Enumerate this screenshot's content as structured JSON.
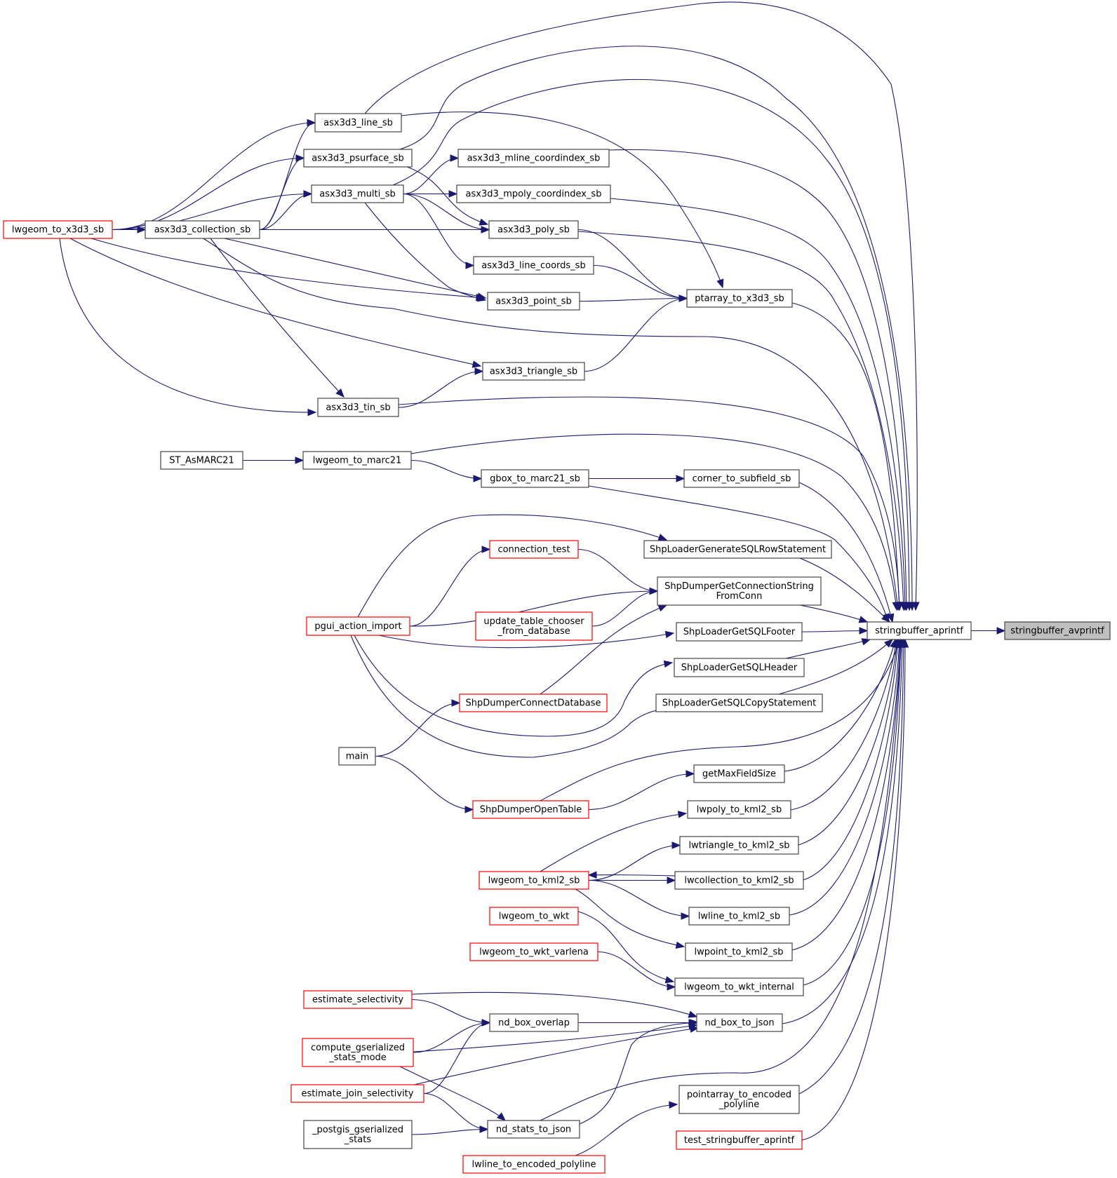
{
  "title": "stringbuffer_avprintf caller graph",
  "colors": {
    "edge": "#191970",
    "border_default": "#444444",
    "border_truncated": "#ff0000",
    "focus_fill": "#bfbfbf"
  },
  "nodes": {
    "stringbuffer_avprintf": {
      "lines": [
        "stringbuffer_avprintf"
      ],
      "style": "focus"
    },
    "stringbuffer_aprintf": {
      "lines": [
        "stringbuffer_aprintf"
      ],
      "style": "normal"
    },
    "lwgeom_to_x3d3_sb": {
      "lines": [
        "lwgeom_to_x3d3_sb"
      ],
      "style": "red"
    },
    "asx3d3_collection_sb": {
      "lines": [
        "asx3d3_collection_sb"
      ],
      "style": "normal"
    },
    "asx3d3_line_sb": {
      "lines": [
        "asx3d3_line_sb"
      ],
      "style": "normal"
    },
    "asx3d3_psurface_sb": {
      "lines": [
        "asx3d3_psurface_sb"
      ],
      "style": "normal"
    },
    "asx3d3_multi_sb": {
      "lines": [
        "asx3d3_multi_sb"
      ],
      "style": "normal"
    },
    "asx3d3_mline_coordindex_sb": {
      "lines": [
        "asx3d3_mline_coordindex_sb"
      ],
      "style": "normal"
    },
    "asx3d3_mpoly_coordindex_sb": {
      "lines": [
        "asx3d3_mpoly_coordindex_sb"
      ],
      "style": "normal"
    },
    "asx3d3_poly_sb": {
      "lines": [
        "asx3d3_poly_sb"
      ],
      "style": "normal"
    },
    "asx3d3_line_coords_sb": {
      "lines": [
        "asx3d3_line_coords_sb"
      ],
      "style": "normal"
    },
    "asx3d3_point_sb": {
      "lines": [
        "asx3d3_point_sb"
      ],
      "style": "normal"
    },
    "ptarray_to_x3d3_sb": {
      "lines": [
        "ptarray_to_x3d3_sb"
      ],
      "style": "normal"
    },
    "asx3d3_triangle_sb": {
      "lines": [
        "asx3d3_triangle_sb"
      ],
      "style": "normal"
    },
    "asx3d3_tin_sb": {
      "lines": [
        "asx3d3_tin_sb"
      ],
      "style": "normal"
    },
    "ST_AsMARC21": {
      "lines": [
        "ST_AsMARC21"
      ],
      "style": "normal"
    },
    "lwgeom_to_marc21": {
      "lines": [
        "lwgeom_to_marc21"
      ],
      "style": "normal"
    },
    "gbox_to_marc21_sb": {
      "lines": [
        "gbox_to_marc21_sb"
      ],
      "style": "normal"
    },
    "corner_to_subfield_sb": {
      "lines": [
        "corner_to_subfield_sb"
      ],
      "style": "normal"
    },
    "ShpLoaderGenerateSQLRowStatement": {
      "lines": [
        "ShpLoaderGenerateSQLRowStatement"
      ],
      "style": "normal"
    },
    "connection_test": {
      "lines": [
        "connection_test"
      ],
      "style": "red"
    },
    "ShpDumperGetConnectionStringFromConn": {
      "lines": [
        "ShpDumperGetConnectionString",
        "FromConn"
      ],
      "style": "normal"
    },
    "pgui_action_import": {
      "lines": [
        "pgui_action_import"
      ],
      "style": "red"
    },
    "update_table_chooser_from_database": {
      "lines": [
        "update_table_chooser",
        "_from_database"
      ],
      "style": "red"
    },
    "ShpLoaderGetSQLFooter": {
      "lines": [
        "ShpLoaderGetSQLFooter"
      ],
      "style": "normal"
    },
    "ShpLoaderGetSQLHeader": {
      "lines": [
        "ShpLoaderGetSQLHeader"
      ],
      "style": "normal"
    },
    "ShpDumperConnectDatabase": {
      "lines": [
        "ShpDumperConnectDatabase"
      ],
      "style": "red"
    },
    "ShpLoaderGetSQLCopyStatement": {
      "lines": [
        "ShpLoaderGetSQLCopyStatement"
      ],
      "style": "normal"
    },
    "main": {
      "lines": [
        "main"
      ],
      "style": "normal"
    },
    "getMaxFieldSize": {
      "lines": [
        "getMaxFieldSize"
      ],
      "style": "normal"
    },
    "ShpDumperOpenTable": {
      "lines": [
        "ShpDumperOpenTable"
      ],
      "style": "red"
    },
    "lwpoly_to_kml2_sb": {
      "lines": [
        "lwpoly_to_kml2_sb"
      ],
      "style": "normal"
    },
    "lwtriangle_to_kml2_sb": {
      "lines": [
        "lwtriangle_to_kml2_sb"
      ],
      "style": "normal"
    },
    "lwgeom_to_kml2_sb": {
      "lines": [
        "lwgeom_to_kml2_sb"
      ],
      "style": "red"
    },
    "lwcollection_to_kml2_sb": {
      "lines": [
        "lwcollection_to_kml2_sb"
      ],
      "style": "normal"
    },
    "lwgeom_to_wkt": {
      "lines": [
        "lwgeom_to_wkt"
      ],
      "style": "red"
    },
    "lwline_to_kml2_sb": {
      "lines": [
        "lwline_to_kml2_sb"
      ],
      "style": "normal"
    },
    "lwgeom_to_wkt_varlena": {
      "lines": [
        "lwgeom_to_wkt_varlena"
      ],
      "style": "red"
    },
    "lwpoint_to_kml2_sb": {
      "lines": [
        "lwpoint_to_kml2_sb"
      ],
      "style": "normal"
    },
    "lwgeom_to_wkt_internal": {
      "lines": [
        "lwgeom_to_wkt_internal"
      ],
      "style": "normal"
    },
    "estimate_selectivity": {
      "lines": [
        "estimate_selectivity"
      ],
      "style": "red"
    },
    "nd_box_overlap": {
      "lines": [
        "nd_box_overlap"
      ],
      "style": "normal"
    },
    "nd_box_to_json": {
      "lines": [
        "nd_box_to_json"
      ],
      "style": "normal"
    },
    "compute_gserialized_stats_mode": {
      "lines": [
        "compute_gserialized",
        "_stats_mode"
      ],
      "style": "red"
    },
    "estimate_join_selectivity": {
      "lines": [
        "estimate_join_selectivity"
      ],
      "style": "red"
    },
    "pointarray_to_encoded_polyline": {
      "lines": [
        "pointarray_to_encoded",
        "_polyline"
      ],
      "style": "normal"
    },
    "_postgis_gserialized_stats": {
      "lines": [
        "_postgis_gserialized",
        "_stats"
      ],
      "style": "normal"
    },
    "nd_stats_to_json": {
      "lines": [
        "nd_stats_to_json"
      ],
      "style": "normal"
    },
    "test_stringbuffer_aprintf": {
      "lines": [
        "test_stringbuffer_aprintf"
      ],
      "style": "red"
    },
    "lwline_to_encoded_polyline": {
      "lines": [
        "lwline_to_encoded_polyline"
      ],
      "style": "red"
    }
  },
  "edges": [
    [
      "stringbuffer_aprintf",
      "stringbuffer_avprintf"
    ],
    [
      "lwgeom_to_x3d3_sb",
      "asx3d3_collection_sb"
    ],
    [
      "lwgeom_to_x3d3_sb",
      "asx3d3_line_sb"
    ],
    [
      "lwgeom_to_x3d3_sb",
      "asx3d3_psurface_sb"
    ],
    [
      "lwgeom_to_x3d3_sb",
      "asx3d3_multi_sb"
    ],
    [
      "lwgeom_to_x3d3_sb",
      "asx3d3_point_sb"
    ],
    [
      "lwgeom_to_x3d3_sb",
      "asx3d3_triangle_sb"
    ],
    [
      "lwgeom_to_x3d3_sb",
      "asx3d3_tin_sb"
    ],
    [
      "asx3d3_collection_sb",
      "asx3d3_line_sb"
    ],
    [
      "asx3d3_collection_sb",
      "asx3d3_psurface_sb"
    ],
    [
      "asx3d3_collection_sb",
      "asx3d3_multi_sb"
    ],
    [
      "asx3d3_collection_sb",
      "asx3d3_poly_sb"
    ],
    [
      "asx3d3_collection_sb",
      "asx3d3_point_sb"
    ],
    [
      "asx3d3_collection_sb",
      "asx3d3_tin_sb"
    ],
    [
      "asx3d3_collection_sb",
      "stringbuffer_aprintf"
    ],
    [
      "asx3d3_line_sb",
      "ptarray_to_x3d3_sb"
    ],
    [
      "asx3d3_line_sb",
      "stringbuffer_aprintf"
    ],
    [
      "asx3d3_psurface_sb",
      "asx3d3_poly_sb"
    ],
    [
      "asx3d3_psurface_sb",
      "stringbuffer_aprintf"
    ],
    [
      "asx3d3_multi_sb",
      "asx3d3_mline_coordindex_sb"
    ],
    [
      "asx3d3_multi_sb",
      "asx3d3_mpoly_coordindex_sb"
    ],
    [
      "asx3d3_multi_sb",
      "asx3d3_poly_sb"
    ],
    [
      "asx3d3_multi_sb",
      "asx3d3_line_coords_sb"
    ],
    [
      "asx3d3_multi_sb",
      "asx3d3_point_sb"
    ],
    [
      "asx3d3_multi_sb",
      "stringbuffer_aprintf"
    ],
    [
      "asx3d3_mline_coordindex_sb",
      "stringbuffer_aprintf"
    ],
    [
      "asx3d3_mpoly_coordindex_sb",
      "stringbuffer_aprintf"
    ],
    [
      "asx3d3_poly_sb",
      "ptarray_to_x3d3_sb"
    ],
    [
      "asx3d3_poly_sb",
      "stringbuffer_aprintf"
    ],
    [
      "asx3d3_line_coords_sb",
      "ptarray_to_x3d3_sb"
    ],
    [
      "asx3d3_point_sb",
      "ptarray_to_x3d3_sb"
    ],
    [
      "ptarray_to_x3d3_sb",
      "stringbuffer_aprintf"
    ],
    [
      "asx3d3_triangle_sb",
      "ptarray_to_x3d3_sb"
    ],
    [
      "asx3d3_tin_sb",
      "asx3d3_triangle_sb"
    ],
    [
      "asx3d3_tin_sb",
      "stringbuffer_aprintf"
    ],
    [
      "ST_AsMARC21",
      "lwgeom_to_marc21"
    ],
    [
      "lwgeom_to_marc21",
      "gbox_to_marc21_sb"
    ],
    [
      "lwgeom_to_marc21",
      "stringbuffer_aprintf"
    ],
    [
      "gbox_to_marc21_sb",
      "corner_to_subfield_sb"
    ],
    [
      "gbox_to_marc21_sb",
      "stringbuffer_aprintf"
    ],
    [
      "corner_to_subfield_sb",
      "stringbuffer_aprintf"
    ],
    [
      "pgui_action_import",
      "ShpLoaderGenerateSQLRowStatement"
    ],
    [
      "pgui_action_import",
      "connection_test"
    ],
    [
      "pgui_action_import",
      "ShpDumperGetConnectionStringFromConn"
    ],
    [
      "pgui_action_import",
      "ShpLoaderGetSQLFooter"
    ],
    [
      "pgui_action_import",
      "ShpLoaderGetSQLHeader"
    ],
    [
      "pgui_action_import",
      "ShpLoaderGetSQLCopyStatement"
    ],
    [
      "connection_test",
      "ShpDumperGetConnectionStringFromConn"
    ],
    [
      "update_table_chooser_from_database",
      "ShpDumperGetConnectionStringFromConn"
    ],
    [
      "ShpDumperConnectDatabase",
      "ShpDumperGetConnectionStringFromConn"
    ],
    [
      "ShpLoaderGenerateSQLRowStatement",
      "stringbuffer_aprintf"
    ],
    [
      "ShpDumperGetConnectionStringFromConn",
      "stringbuffer_aprintf"
    ],
    [
      "ShpLoaderGetSQLFooter",
      "stringbuffer_aprintf"
    ],
    [
      "ShpLoaderGetSQLHeader",
      "stringbuffer_aprintf"
    ],
    [
      "ShpLoaderGetSQLCopyStatement",
      "stringbuffer_aprintf"
    ],
    [
      "main",
      "ShpDumperConnectDatabase"
    ],
    [
      "main",
      "ShpDumperOpenTable"
    ],
    [
      "ShpDumperOpenTable",
      "getMaxFieldSize"
    ],
    [
      "ShpDumperOpenTable",
      "stringbuffer_aprintf"
    ],
    [
      "getMaxFieldSize",
      "stringbuffer_aprintf"
    ],
    [
      "lwgeom_to_kml2_sb",
      "lwpoly_to_kml2_sb"
    ],
    [
      "lwgeom_to_kml2_sb",
      "lwtriangle_to_kml2_sb"
    ],
    [
      "lwgeom_to_kml2_sb",
      "lwcollection_to_kml2_sb"
    ],
    [
      "lwcollection_to_kml2_sb",
      "lwgeom_to_kml2_sb"
    ],
    [
      "lwgeom_to_kml2_sb",
      "lwline_to_kml2_sb"
    ],
    [
      "lwgeom_to_kml2_sb",
      "lwpoint_to_kml2_sb"
    ],
    [
      "lwpoly_to_kml2_sb",
      "stringbuffer_aprintf"
    ],
    [
      "lwtriangle_to_kml2_sb",
      "stringbuffer_aprintf"
    ],
    [
      "lwcollection_to_kml2_sb",
      "stringbuffer_aprintf"
    ],
    [
      "lwline_to_kml2_sb",
      "stringbuffer_aprintf"
    ],
    [
      "lwpoint_to_kml2_sb",
      "stringbuffer_aprintf"
    ],
    [
      "lwgeom_to_wkt",
      "lwgeom_to_wkt_internal"
    ],
    [
      "lwgeom_to_wkt_varlena",
      "lwgeom_to_wkt_internal"
    ],
    [
      "lwgeom_to_wkt_internal",
      "stringbuffer_aprintf"
    ],
    [
      "estimate_selectivity",
      "nd_box_overlap"
    ],
    [
      "estimate_selectivity",
      "nd_box_to_json"
    ],
    [
      "compute_gserialized_stats_mode",
      "nd_box_overlap"
    ],
    [
      "compute_gserialized_stats_mode",
      "nd_box_to_json"
    ],
    [
      "compute_gserialized_stats_mode",
      "nd_stats_to_json"
    ],
    [
      "estimate_join_selectivity",
      "nd_box_overlap"
    ],
    [
      "estimate_join_selectivity",
      "nd_box_to_json"
    ],
    [
      "estimate_join_selectivity",
      "nd_stats_to_json"
    ],
    [
      "_postgis_gserialized_stats",
      "nd_stats_to_json"
    ],
    [
      "nd_box_overlap",
      "nd_box_to_json"
    ],
    [
      "nd_stats_to_json",
      "nd_box_to_json"
    ],
    [
      "nd_stats_to_json",
      "stringbuffer_aprintf"
    ],
    [
      "nd_box_to_json",
      "stringbuffer_aprintf"
    ],
    [
      "lwline_to_encoded_polyline",
      "pointarray_to_encoded_polyline"
    ],
    [
      "pointarray_to_encoded_polyline",
      "stringbuffer_aprintf"
    ],
    [
      "test_stringbuffer_aprintf",
      "stringbuffer_aprintf"
    ]
  ]
}
